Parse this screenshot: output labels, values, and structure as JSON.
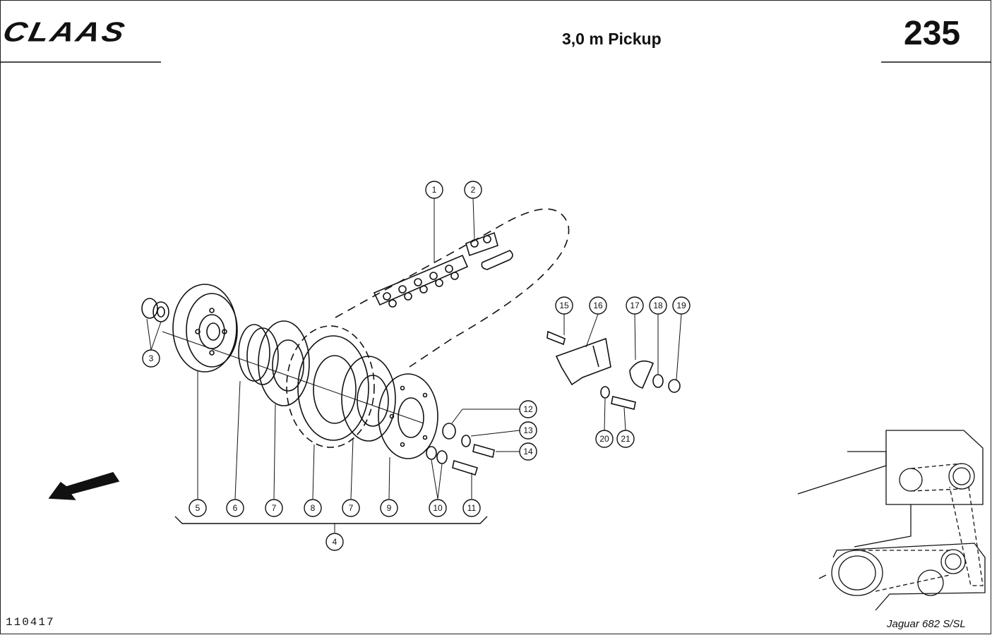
{
  "header": {
    "brand_logo": "CLAAS",
    "title": "3,0 m Pickup",
    "page_number": "235"
  },
  "footer": {
    "document_id": "110417",
    "model": "Jaguar 682 S/SL"
  },
  "callouts": [
    "1",
    "2",
    "3",
    "4",
    "5",
    "6",
    "7",
    "8",
    "7",
    "9",
    "10",
    "11",
    "12",
    "13",
    "14",
    "15",
    "16",
    "17",
    "18",
    "19",
    "20",
    "21"
  ]
}
